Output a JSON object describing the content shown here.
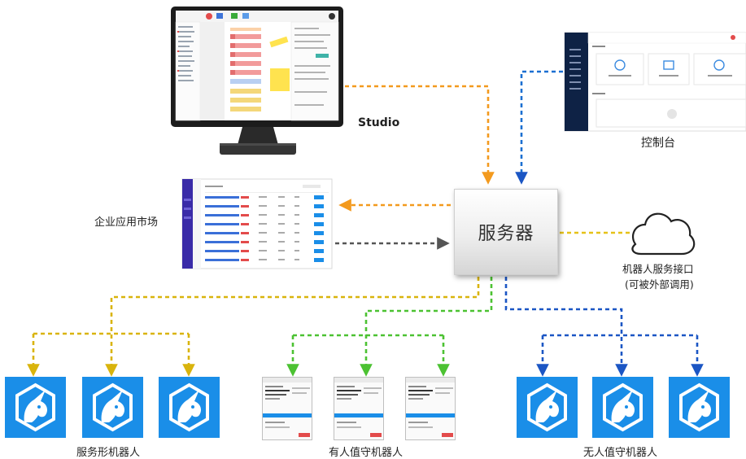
{
  "server": {
    "label": "服务器"
  },
  "studio": {
    "label": "Studio"
  },
  "console": {
    "label": "控制台"
  },
  "market": {
    "label": "企业应用市场"
  },
  "api": {
    "label_line1": "机器人服务接口",
    "label_line2": "(可被外部调用)"
  },
  "groups": {
    "service_robot": "服务形机器人",
    "attended_robot": "有人值守机器人",
    "unattended_robot": "无人值守机器人"
  },
  "colors": {
    "studio_link": "#f39a1e",
    "console_link": "#1b6fd1",
    "market_out": "#f39a1e",
    "market_in": "#555555",
    "api_link": "#e6c218",
    "service_branch": "#d9b40d",
    "attended_branch": "#4cc232",
    "unattended_branch": "#1b56c4",
    "robot_tile": "#1a8ee8"
  }
}
